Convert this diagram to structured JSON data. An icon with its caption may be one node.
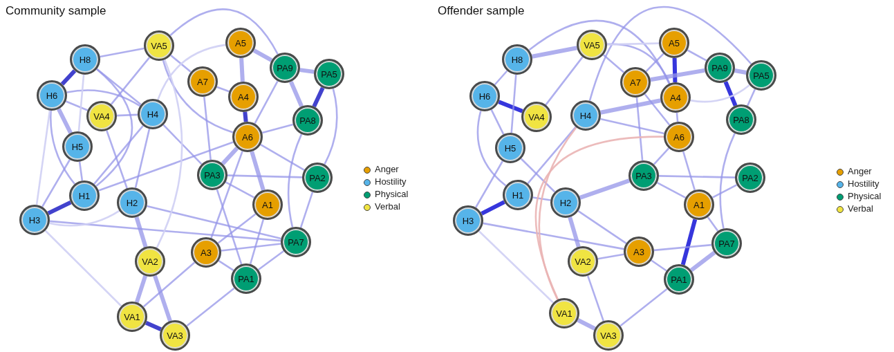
{
  "diagram": {
    "nodes": [
      {
        "text": [
          "H8"
        ]
      },
      {
        "text": [
          "VA5"
        ]
      },
      {
        "text": [
          "A5"
        ]
      },
      {
        "text": [
          "PA9"
        ]
      },
      {
        "text": [
          "PA5"
        ]
      },
      {
        "text": [
          "A7"
        ]
      },
      {
        "text": [
          "A4"
        ]
      },
      {
        "text": [
          "H6"
        ]
      },
      {
        "text": [
          "VA4"
        ]
      },
      {
        "text": [
          "H4"
        ]
      },
      {
        "text": [
          "PA8"
        ]
      },
      {
        "text": [
          "A6"
        ]
      },
      {
        "text": [
          "H5"
        ]
      },
      {
        "text": [
          "PA3"
        ]
      },
      {
        "text": [
          "PA2"
        ]
      },
      {
        "text": [
          "H1"
        ]
      },
      {
        "text": [
          "H2"
        ]
      },
      {
        "text": [
          "A1"
        ]
      },
      {
        "text": [
          "H3"
        ]
      },
      {
        "text": [
          "PA7"
        ]
      },
      {
        "text": [
          "A3"
        ]
      },
      {
        "text": [
          "VA2"
        ]
      },
      {
        "text": [
          "PA1"
        ]
      },
      {
        "text": [
          "VA1"
        ]
      },
      {
        "text": [
          "VA3"
        ]
      },
      {
        "text": [
          "H8"
        ]
      },
      {
        "text": [
          "VA5"
        ]
      },
      {
        "text": [
          "A5"
        ]
      },
      {
        "text": [
          "PA9"
        ]
      },
      {
        "text": [
          "PA5"
        ]
      },
      {
        "text": [
          "A7"
        ]
      },
      {
        "text": [
          "A4"
        ]
      },
      {
        "text": [
          "H6"
        ]
      },
      {
        "text": [
          "VA4"
        ]
      },
      {
        "text": [
          "H4"
        ]
      },
      {
        "text": [
          "PA8"
        ]
      },
      {
        "text": [
          "A6"
        ]
      },
      {
        "text": [
          "H5"
        ]
      },
      {
        "text": [
          "PA3"
        ]
      },
      {
        "text": [
          "PA2"
        ]
      },
      {
        "text": [
          "H1"
        ]
      },
      {
        "text": [
          "H2"
        ]
      },
      {
        "text": [
          "A1"
        ]
      },
      {
        "text": [
          "H3"
        ]
      },
      {
        "text": [
          "PA7"
        ]
      },
      {
        "text": [
          "A3"
        ]
      },
      {
        "text": [
          "VA2"
        ]
      },
      {
        "text": [
          "PA1"
        ]
      },
      {
        "text": [
          "VA1"
        ]
      },
      {
        "text": [
          "VA3"
        ]
      }
    ],
    "edges": [
      {
        "from": 0,
        "to": 7,
        "arrow": "none",
        "style": "thick",
        "color": "#2e2ec8"
      },
      {
        "from": 4,
        "to": 10,
        "arrow": "none",
        "style": "thick",
        "color": "#2e2ec8"
      },
      {
        "from": 23,
        "to": 24,
        "arrow": "none",
        "style": "thick",
        "color": "#2e2ec8"
      },
      {
        "from": 15,
        "to": 18,
        "arrow": "none",
        "style": "thick",
        "color": "#2e2ec8"
      },
      {
        "from": 6,
        "to": 11,
        "arrow": "none",
        "style": "thick",
        "color": "#2e2ec8"
      },
      {
        "from": 2,
        "to": 3,
        "arrow": "none",
        "style": "thick"
      },
      {
        "from": 1,
        "to": 3,
        "arrow": "none"
      },
      {
        "from": 0,
        "to": 1,
        "arrow": "none"
      },
      {
        "from": 3,
        "to": 4,
        "arrow": "none",
        "style": "thick"
      },
      {
        "from": 3,
        "to": 10,
        "arrow": "none",
        "style": "thick"
      },
      {
        "from": 2,
        "to": 6,
        "arrow": "none",
        "style": "thick"
      },
      {
        "from": 7,
        "to": 12,
        "arrow": "none",
        "style": "thick"
      },
      {
        "from": 21,
        "to": 23,
        "arrow": "none",
        "style": "thick"
      },
      {
        "from": 21,
        "to": 24,
        "arrow": "none",
        "style": "thick"
      },
      {
        "from": 16,
        "to": 21,
        "arrow": "none",
        "style": "thick"
      },
      {
        "from": 8,
        "to": 16,
        "arrow": "none"
      },
      {
        "from": 11,
        "to": 17,
        "arrow": "none",
        "style": "thick"
      },
      {
        "from": 11,
        "to": 13,
        "arrow": "none",
        "style": "thick"
      },
      {
        "from": 5,
        "to": 6,
        "arrow": "none"
      },
      {
        "from": 9,
        "to": 8,
        "arrow": "none"
      },
      {
        "from": 7,
        "to": 8,
        "arrow": "none"
      },
      {
        "from": 7,
        "to": 9,
        "arrow": "none"
      },
      {
        "from": 12,
        "to": 15,
        "arrow": "none"
      },
      {
        "from": 8,
        "to": 1,
        "arrow": "none"
      },
      {
        "from": 18,
        "to": 12,
        "arrow": "none"
      },
      {
        "from": 20,
        "to": 19,
        "arrow": "none"
      },
      {
        "from": 20,
        "to": 22,
        "arrow": "none"
      },
      {
        "from": 22,
        "to": 19,
        "arrow": "none"
      },
      {
        "from": 13,
        "to": 17,
        "arrow": "none"
      },
      {
        "from": 13,
        "to": 22,
        "arrow": "none"
      },
      {
        "from": 11,
        "to": 20,
        "arrow": "none"
      },
      {
        "from": 5,
        "to": 13,
        "arrow": "none"
      },
      {
        "from": 15,
        "to": 11,
        "arrow": "none"
      },
      {
        "from": 9,
        "to": 16,
        "arrow": "none"
      },
      {
        "from": 15,
        "to": 9,
        "arrow": "none"
      },
      {
        "from": 1,
        "to": 11,
        "arrow": "none"
      },
      {
        "from": 1,
        "to": 5,
        "arrow": "none"
      },
      {
        "from": 11,
        "to": 10,
        "arrow": "none"
      },
      {
        "from": 11,
        "to": 14,
        "arrow": "none"
      },
      {
        "from": 3,
        "to": 11,
        "arrow": "none"
      },
      {
        "from": 9,
        "to": 13,
        "arrow": "none"
      },
      {
        "from": 13,
        "to": 14,
        "arrow": "none"
      },
      {
        "from": 14,
        "to": 19,
        "arrow": "none"
      },
      {
        "from": 10,
        "to": 19,
        "arrow": "none"
      },
      {
        "from": 17,
        "to": 22,
        "arrow": "none"
      },
      {
        "from": 24,
        "to": 22,
        "arrow": "none"
      },
      {
        "from": 23,
        "to": 20,
        "arrow": "none"
      },
      {
        "from": 18,
        "to": 19,
        "arrow": "none"
      },
      {
        "from": 0,
        "to": 15,
        "arrow": "none"
      },
      {
        "from": 0,
        "to": 9,
        "arrow": "none"
      },
      {
        "from": 7,
        "to": 15,
        "arrow": "none"
      },
      {
        "from": 16,
        "to": 19,
        "arrow": "none"
      },
      {
        "from": 20,
        "to": 17,
        "arrow": "none"
      },
      {
        "from": 4,
        "to": 14,
        "arrow": "none"
      },
      {
        "from": 18,
        "to": 23,
        "arrow": "none",
        "color": "#cfcff4"
      },
      {
        "from": 18,
        "to": 16,
        "arrow": "none",
        "color": "#cfcff4"
      },
      {
        "from": 7,
        "to": 18,
        "arrow": "none",
        "color": "#cfcff4"
      },
      {
        "from": 2,
        "to": 9,
        "arrow": "none",
        "color": "#cfcff4"
      },
      {
        "from": 1,
        "to": 21,
        "arrow": "none",
        "color": "#cfcff4"
      },
      {
        "from": 0,
        "to": 12,
        "arrow": "none",
        "color": "#cfcff4"
      },
      {
        "from": 27,
        "to": 31,
        "arrow": "none",
        "style": "thick",
        "color": "#2020d8"
      },
      {
        "from": 32,
        "to": 33,
        "arrow": "none",
        "style": "thick",
        "color": "#2020d8"
      },
      {
        "from": 43,
        "to": 40,
        "arrow": "none",
        "style": "thick",
        "color": "#2020d8"
      },
      {
        "from": 42,
        "to": 47,
        "arrow": "none",
        "style": "thick",
        "color": "#2020d8"
      },
      {
        "from": 28,
        "to": 35,
        "arrow": "none",
        "style": "thick",
        "color": "#2020d8"
      },
      {
        "from": 25,
        "to": 26,
        "arrow": "none",
        "style": "thick"
      },
      {
        "from": 30,
        "to": 28,
        "arrow": "none",
        "style": "thick"
      },
      {
        "from": 47,
        "to": 44,
        "arrow": "none",
        "style": "thick"
      },
      {
        "from": 34,
        "to": 31,
        "arrow": "none",
        "style": "thick"
      },
      {
        "from": 28,
        "to": 29,
        "arrow": "none",
        "style": "thick"
      },
      {
        "from": 25,
        "to": 32,
        "arrow": "none"
      },
      {
        "from": 32,
        "to": 37,
        "arrow": "none"
      },
      {
        "from": 32,
        "to": 40,
        "arrow": "none"
      },
      {
        "from": 41,
        "to": 46,
        "arrow": "none",
        "style": "thick"
      },
      {
        "from": 48,
        "to": 49,
        "arrow": "none",
        "style": "thick"
      },
      {
        "from": 41,
        "to": 38,
        "arrow": "none",
        "style": "thick"
      },
      {
        "from": 40,
        "to": 34,
        "arrow": "none"
      },
      {
        "from": 37,
        "to": 41,
        "arrow": "none"
      },
      {
        "from": 30,
        "to": 36,
        "arrow": "none"
      },
      {
        "from": 31,
        "to": 36,
        "arrow": "none"
      },
      {
        "from": 36,
        "to": 38,
        "arrow": "none"
      },
      {
        "from": 35,
        "to": 44,
        "arrow": "none"
      },
      {
        "from": 29,
        "to": 35,
        "arrow": "none"
      },
      {
        "from": 42,
        "to": 44,
        "arrow": "none"
      },
      {
        "from": 36,
        "to": 42,
        "arrow": "none"
      },
      {
        "from": 34,
        "to": 36,
        "arrow": "none"
      },
      {
        "from": 30,
        "to": 38,
        "arrow": "none"
      },
      {
        "from": 26,
        "to": 30,
        "arrow": "none"
      },
      {
        "from": 27,
        "to": 30,
        "arrow": "none"
      },
      {
        "from": 27,
        "to": 28,
        "arrow": "none"
      },
      {
        "from": 43,
        "to": 45,
        "arrow": "none"
      },
      {
        "from": 45,
        "to": 47,
        "arrow": "none"
      },
      {
        "from": 45,
        "to": 44,
        "arrow": "none"
      },
      {
        "from": 41,
        "to": 45,
        "arrow": "none"
      },
      {
        "from": 38,
        "to": 42,
        "arrow": "none"
      },
      {
        "from": 45,
        "to": 46,
        "arrow": "none"
      },
      {
        "from": 46,
        "to": 49,
        "arrow": "none"
      },
      {
        "from": 38,
        "to": 39,
        "arrow": "none"
      },
      {
        "from": 25,
        "to": 31,
        "arrow": "none"
      },
      {
        "from": 26,
        "to": 31,
        "arrow": "none"
      },
      {
        "from": 42,
        "to": 39,
        "arrow": "none"
      },
      {
        "from": 33,
        "to": 26,
        "arrow": "none"
      },
      {
        "from": 25,
        "to": 37,
        "arrow": "none"
      },
      {
        "from": 49,
        "to": 47,
        "arrow": "none"
      },
      {
        "from": 37,
        "to": 43,
        "arrow": "none"
      },
      {
        "from": 40,
        "to": 41,
        "arrow": "none"
      },
      {
        "from": 34,
        "to": 29,
        "arrow": "none"
      },
      {
        "from": 34,
        "to": 48,
        "arrow": "none",
        "color": "#eab4b4"
      },
      {
        "from": 48,
        "to": 36,
        "arrow": "none",
        "color": "#eab4b4"
      },
      {
        "from": 43,
        "to": 48,
        "arrow": "none",
        "color": "#cfcff4"
      },
      {
        "from": 26,
        "to": 27,
        "arrow": "none",
        "color": "#cfcff4"
      },
      {
        "from": 31,
        "to": 29,
        "arrow": "none",
        "color": "#cfcff4"
      }
    ],
    "labels": [
      "Community sample",
      "Offender sample"
    ],
    "legend": [
      {
        "text": "Anger",
        "color": "#e69f00"
      },
      {
        "text": "Hostility",
        "color": "#56b4e9"
      },
      {
        "text": "Physical",
        "color": "#009e73"
      },
      {
        "text": "Verbal",
        "color": "#f0e442"
      },
      {
        "text": "Anger",
        "color": "#e69f00"
      },
      {
        "text": "Hostility",
        "color": "#56b4e9"
      },
      {
        "text": "Physical",
        "color": "#009e73"
      },
      {
        "text": "Verbal",
        "color": "#f0e442"
      }
    ]
  }
}
